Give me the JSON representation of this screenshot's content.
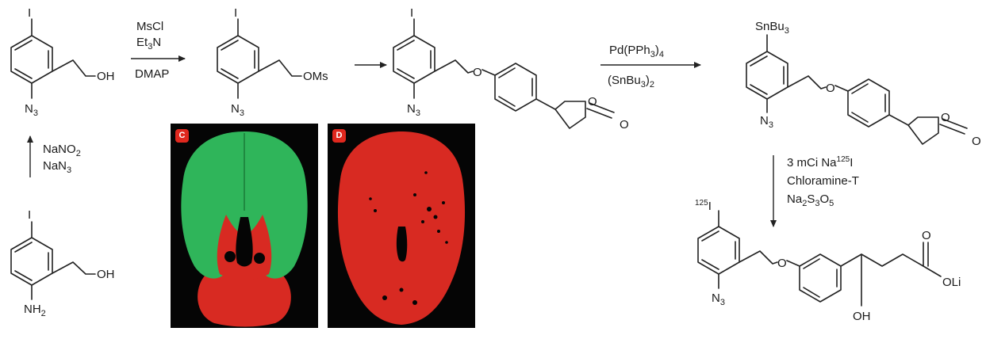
{
  "reagents": {
    "step1": [
      "MsCl",
      "Et3N",
      "DMAP"
    ],
    "step_diazotization": [
      "NaNO2",
      "NaN3"
    ],
    "step3": [
      "Pd(PPh3)4",
      "(SnBu3)2"
    ],
    "step4": [
      "3 mCi Na125I",
      "Chloramine-T",
      "Na2S3O5"
    ]
  },
  "labels": {
    "iodo": "I",
    "i125_mass": "125",
    "i125_symbol": "I",
    "oh": "OH",
    "oms": "OMs",
    "azide": "N3",
    "amine": "NH2",
    "ether_o": "O",
    "lactone_ring_o": "O",
    "carbonyl_o": "O",
    "stannyl": "SnBu3",
    "oli": "OLi",
    "hydroxyl": "OH"
  },
  "panels": [
    {
      "id": "C",
      "label": "C",
      "primary_color": "#2fb55a",
      "secondary_color": "#d82a22"
    },
    {
      "id": "D",
      "label": "D",
      "primary_color": "#d82a22"
    }
  ]
}
